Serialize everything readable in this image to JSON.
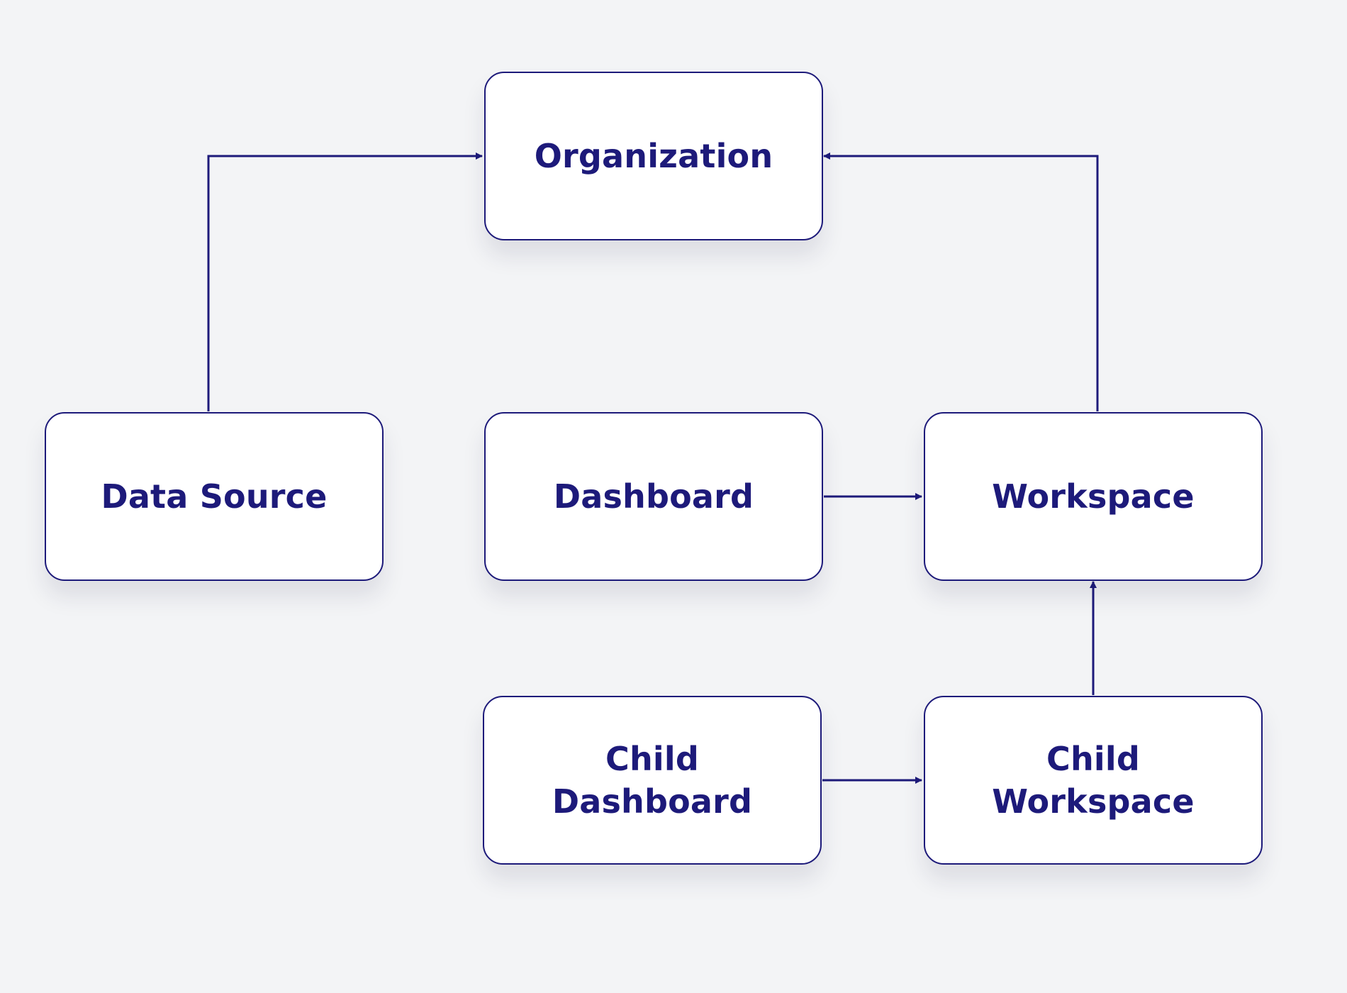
{
  "diagram": {
    "nodes": {
      "organization": {
        "label": "Organization"
      },
      "data_source": {
        "label": "Data Source"
      },
      "dashboard": {
        "label": "Dashboard"
      },
      "workspace": {
        "label": "Workspace"
      },
      "child_dashboard": {
        "label": "Child\nDashboard"
      },
      "child_workspace": {
        "label": "Child\nWorkspace"
      }
    },
    "edges": [
      {
        "from": "Data Source",
        "to": "Organization"
      },
      {
        "from": "Workspace",
        "to": "Organization"
      },
      {
        "from": "Dashboard",
        "to": "Workspace"
      },
      {
        "from": "Child Workspace",
        "to": "Workspace"
      },
      {
        "from": "Child Dashboard",
        "to": "Child Workspace"
      }
    ]
  },
  "colors": {
    "background": "#f3f4f6",
    "node_fill": "#ffffff",
    "stroke": "#1d1a7a",
    "text": "#1d1a7a"
  }
}
